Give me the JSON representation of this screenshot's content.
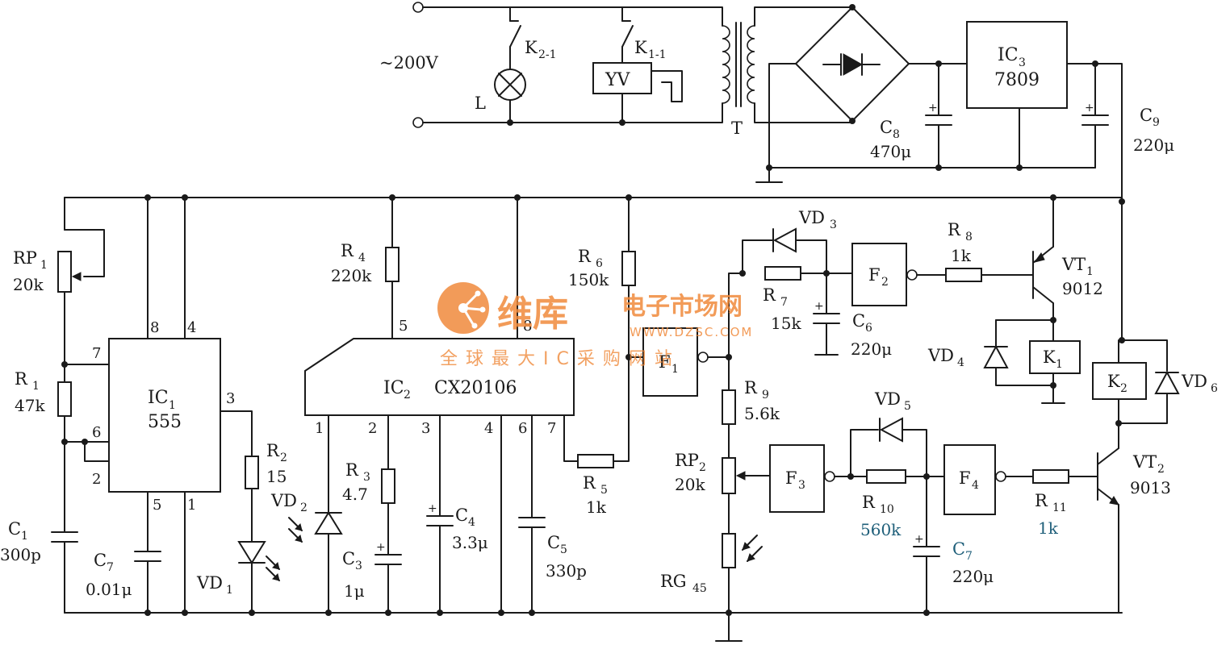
{
  "mains": {
    "label": "~200V"
  },
  "lamp": {
    "label": "L"
  },
  "relay_contacts": [
    {
      "ref": "K",
      "sub": "2-1"
    },
    {
      "ref": "K",
      "sub": "1-1"
    }
  ],
  "valve": {
    "label": "YV"
  },
  "transformer": {
    "label": "T"
  },
  "ics": {
    "ic1": {
      "ref": "IC",
      "sub": "1",
      "part": "555",
      "pins": [
        "8",
        "4",
        "7",
        "6",
        "2",
        "3",
        "5",
        "1"
      ]
    },
    "ic2": {
      "ref": "IC",
      "sub": "2",
      "part": "CX20106",
      "pins": [
        "5",
        "8",
        "1",
        "2",
        "3",
        "4",
        "6",
        "7"
      ]
    },
    "ic3": {
      "ref": "IC",
      "sub": "3",
      "part": "7809"
    }
  },
  "capacitors": {
    "c1": {
      "ref": "C",
      "sub": "1",
      "value": "300p"
    },
    "c3": {
      "ref": "C",
      "sub": "3",
      "value": "1μ"
    },
    "c4": {
      "ref": "C",
      "sub": "4",
      "value": "3.3μ"
    },
    "c5": {
      "ref": "C",
      "sub": "5",
      "value": "330p"
    },
    "c6": {
      "ref": "C",
      "sub": "6",
      "value": "220μ"
    },
    "c7a": {
      "ref": "C",
      "sub": "7",
      "value": "0.01μ"
    },
    "c7b": {
      "ref": "C",
      "sub": "7",
      "value": "220μ"
    },
    "c8": {
      "ref": "C",
      "sub": "8",
      "value": "470μ"
    },
    "c9": {
      "ref": "C",
      "sub": "9",
      "value": "220μ"
    }
  },
  "resistors": {
    "rp1": {
      "ref": "RP",
      "sub": "1",
      "value": "20k"
    },
    "r1": {
      "ref": "R",
      "sub": "1",
      "value": "47k"
    },
    "r2": {
      "ref": "R",
      "sub": "2",
      "value": "15"
    },
    "r3": {
      "ref": "R",
      "sub": "3",
      "value": "4.7"
    },
    "r4": {
      "ref": "R",
      "sub": "4",
      "value": "220k"
    },
    "r5": {
      "ref": "R",
      "sub": "5",
      "value": "1k"
    },
    "r6": {
      "ref": "R",
      "sub": "6",
      "value": "150k"
    },
    "r7": {
      "ref": "R",
      "sub": "7",
      "value": "15k"
    },
    "r8": {
      "ref": "R",
      "sub": "8",
      "value": "1k"
    },
    "r9": {
      "ref": "R",
      "sub": "9",
      "value": "5.6k"
    },
    "rp2": {
      "ref": "RP",
      "sub": "2",
      "value": "20k"
    },
    "rg": {
      "ref": "RG",
      "sub": "45"
    },
    "r10": {
      "ref": "R",
      "sub": "10",
      "value": "560k"
    },
    "r11": {
      "ref": "R",
      "sub": "11",
      "value": "1k"
    }
  },
  "diodes": {
    "vd1": {
      "ref": "VD",
      "sub": "1"
    },
    "vd2": {
      "ref": "VD",
      "sub": "2"
    },
    "vd3": {
      "ref": "VD",
      "sub": "3"
    },
    "vd4": {
      "ref": "VD",
      "sub": "4"
    },
    "vd5": {
      "ref": "VD",
      "sub": "5"
    },
    "vd6": {
      "ref": "VD",
      "sub": "6"
    }
  },
  "transistors": {
    "vt1": {
      "ref": "VT",
      "sub": "1",
      "part": "9012"
    },
    "vt2": {
      "ref": "VT",
      "sub": "2",
      "part": "9013"
    }
  },
  "gates": {
    "f1": {
      "ref": "F",
      "sub": "1"
    },
    "f2": {
      "ref": "F",
      "sub": "2"
    },
    "f3": {
      "ref": "F",
      "sub": "3"
    },
    "f4": {
      "ref": "F",
      "sub": "4"
    }
  },
  "relays": {
    "k1": {
      "ref": "K",
      "sub": "1"
    },
    "k2": {
      "ref": "K",
      "sub": "2"
    }
  },
  "watermark": {
    "name": "维库",
    "subtitle": "电子市场网",
    "url": "WWW.DZSC.COM",
    "slogan": "全球最大IC采购网站",
    "brand_color": "#f08a3c"
  }
}
